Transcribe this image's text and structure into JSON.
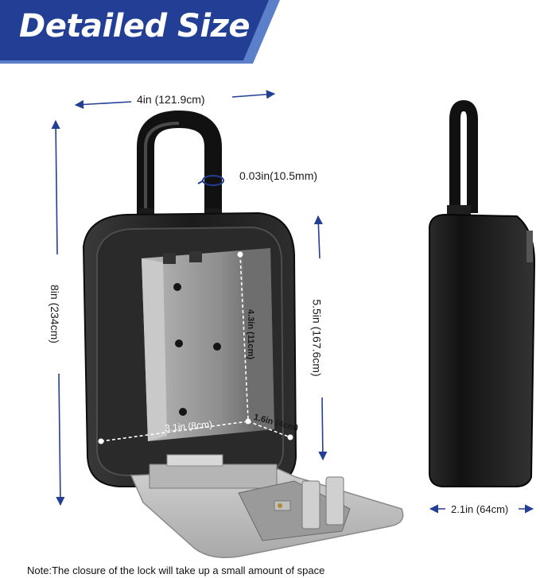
{
  "header": {
    "title": "Detailed Size",
    "banner_color": "#233f95",
    "accent_color": "#5b7fc9"
  },
  "dimensions": {
    "width_front": "4in (121.9cm)",
    "shackle_thickness": "0.03in(10.5mm)",
    "height_total": "8in (234cm)",
    "height_body": "5.5in (167.6cm)",
    "inner_height": "4.3in (11cm)",
    "inner_width": "3.1in (8cm)",
    "inner_depth": "1.6in (4cm)",
    "side_depth": "2.1in (64cm)"
  },
  "footer": {
    "note": "Note:The closure of the lock will take up a small amount of space"
  },
  "colors": {
    "arrow": "#233f95",
    "lock_body": "#1c1c1c",
    "interior": "#9c9c9c"
  }
}
